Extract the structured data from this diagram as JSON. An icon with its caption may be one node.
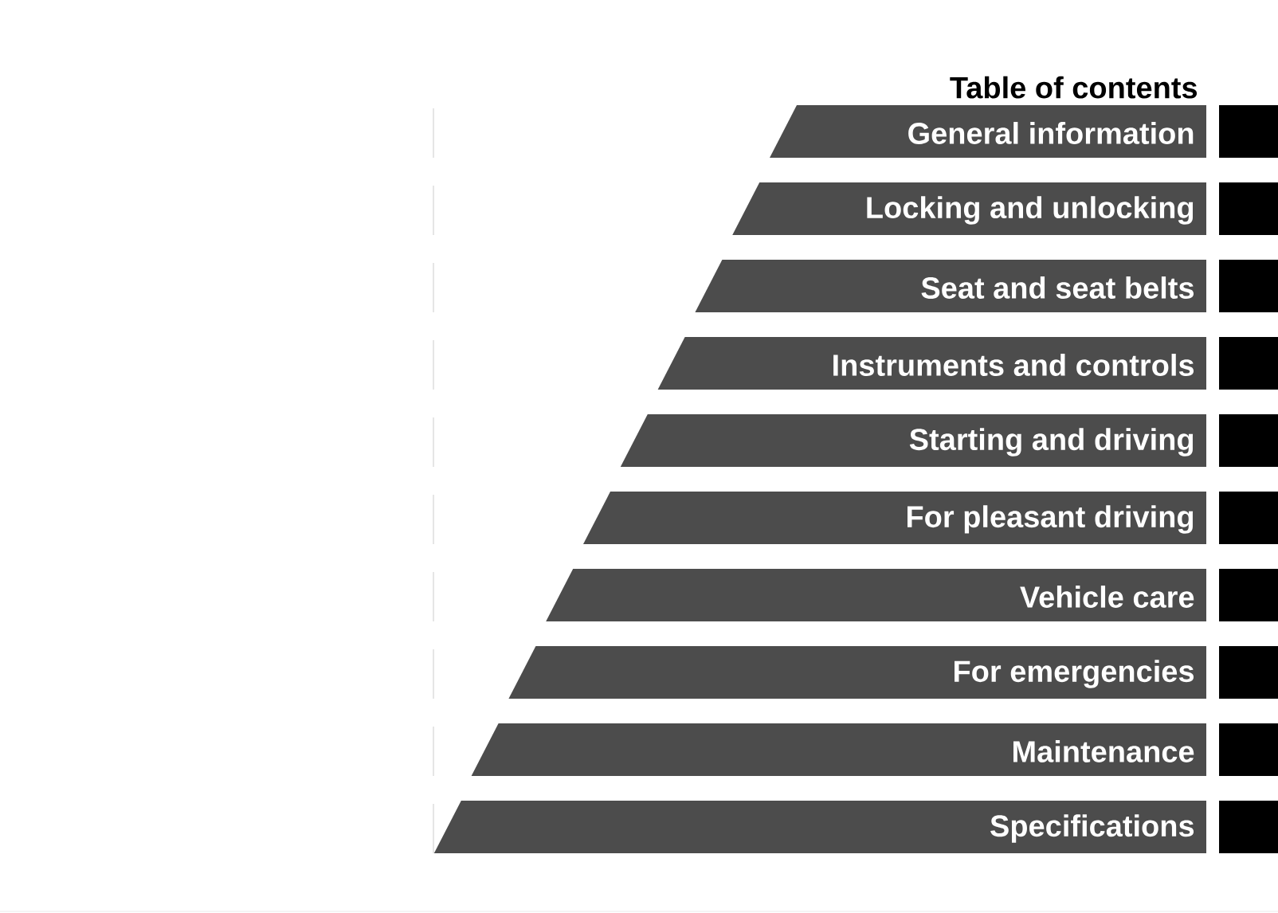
{
  "diagram": {
    "title": "Table of contents",
    "nodes": [
      {
        "text": [
          "General information"
        ]
      },
      {
        "text": [
          "Locking and unlocking"
        ]
      },
      {
        "text": [
          "Seat and seat belts"
        ]
      },
      {
        "text": [
          "Instruments and controls"
        ]
      },
      {
        "text": [
          "Starting and driving"
        ]
      },
      {
        "text": [
          "For pleasant driving"
        ]
      },
      {
        "text": [
          "Vehicle care"
        ]
      },
      {
        "text": [
          "For emergencies"
        ]
      },
      {
        "text": [
          "Maintenance"
        ]
      },
      {
        "text": [
          "Specifications"
        ]
      }
    ]
  }
}
